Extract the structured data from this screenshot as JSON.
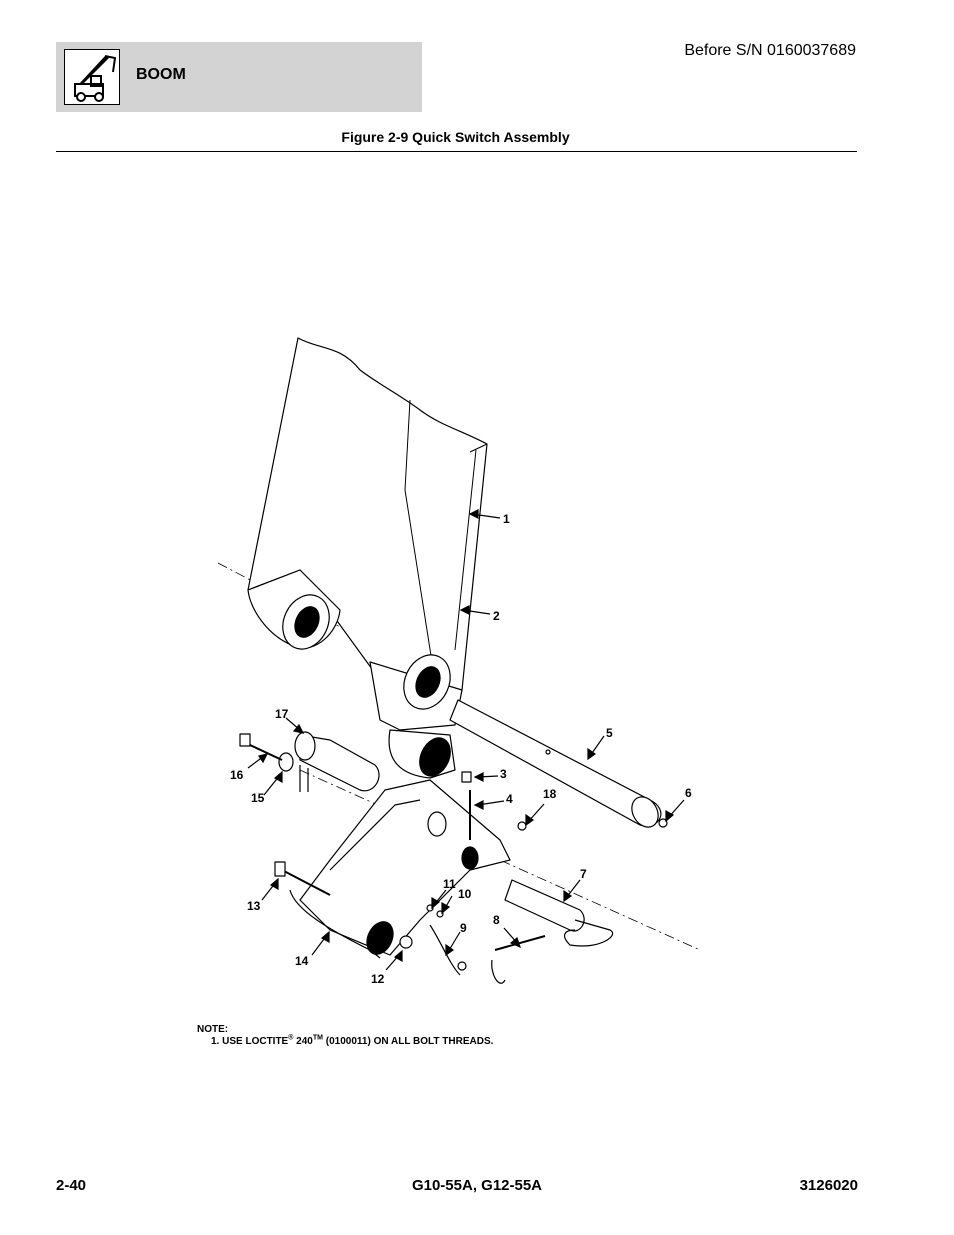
{
  "header": {
    "section_title": "BOOM",
    "section_icon": "telehandler-boom-icon",
    "serial_note": "Before S/N 0160037689"
  },
  "figure": {
    "caption": "Figure 2-9 Quick Switch Assembly",
    "callouts": [
      {
        "id": "c1",
        "label": "1"
      },
      {
        "id": "c2",
        "label": "2"
      },
      {
        "id": "c3",
        "label": "3"
      },
      {
        "id": "c4",
        "label": "4"
      },
      {
        "id": "c5",
        "label": "5"
      },
      {
        "id": "c6",
        "label": "6"
      },
      {
        "id": "c7",
        "label": "7"
      },
      {
        "id": "c8",
        "label": "8"
      },
      {
        "id": "c9",
        "label": "9"
      },
      {
        "id": "c10",
        "label": "10"
      },
      {
        "id": "c11",
        "label": "11"
      },
      {
        "id": "c12",
        "label": "12"
      },
      {
        "id": "c13",
        "label": "13"
      },
      {
        "id": "c14",
        "label": "14"
      },
      {
        "id": "c15",
        "label": "15"
      },
      {
        "id": "c16",
        "label": "16"
      },
      {
        "id": "c17",
        "label": "17"
      },
      {
        "id": "c18",
        "label": "18"
      }
    ]
  },
  "note": {
    "heading": "NOTE:",
    "item_prefix": "1. USE LOCTITE",
    "reg_mark": "®",
    "product": " 240",
    "tm_mark": "TM",
    "item_suffix": " (0100011) ON ALL BOLT THREADS."
  },
  "footer": {
    "page_number": "2-40",
    "model": "G10-55A, G12-55A",
    "doc_number": "3126020"
  }
}
